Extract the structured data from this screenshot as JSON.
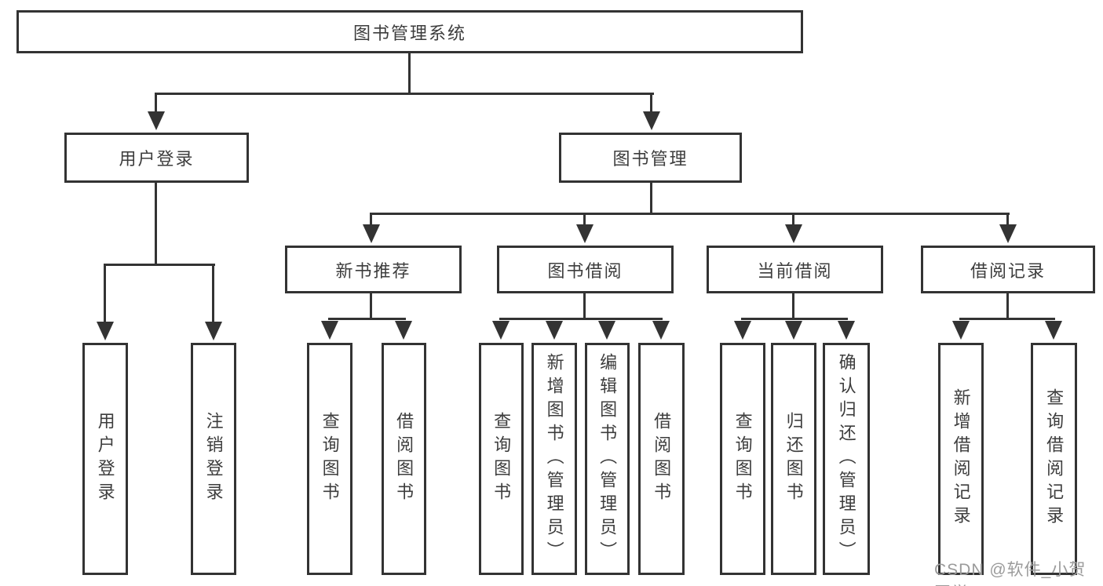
{
  "colors": {
    "line": "#333333",
    "text": "#3d3d3d",
    "watermark": "#9b9b9b",
    "bg": "#ffffff"
  },
  "watermark": "CSDN @软件_小贺同学",
  "tree": {
    "root": "图书管理系统",
    "branches": [
      {
        "label": "用户登录",
        "children": [
          {
            "label": "用户登录"
          },
          {
            "label": "注销登录"
          }
        ]
      },
      {
        "label": "图书管理",
        "children": [
          {
            "label": "新书推荐",
            "children": [
              {
                "label": "查询图书"
              },
              {
                "label": "借阅图书"
              }
            ]
          },
          {
            "label": "图书借阅",
            "children": [
              {
                "label": "查询图书"
              },
              {
                "label": "新增图书（管理员）"
              },
              {
                "label": "编辑图书（管理员）"
              },
              {
                "label": "借阅图书"
              }
            ]
          },
          {
            "label": "当前借阅",
            "children": [
              {
                "label": "查询图书"
              },
              {
                "label": "归还图书"
              },
              {
                "label": "确认归还（管理员）"
              }
            ]
          },
          {
            "label": "借阅记录",
            "children": [
              {
                "label": "新增借阅记录"
              },
              {
                "label": "查询借阅记录"
              }
            ]
          }
        ]
      }
    ]
  }
}
